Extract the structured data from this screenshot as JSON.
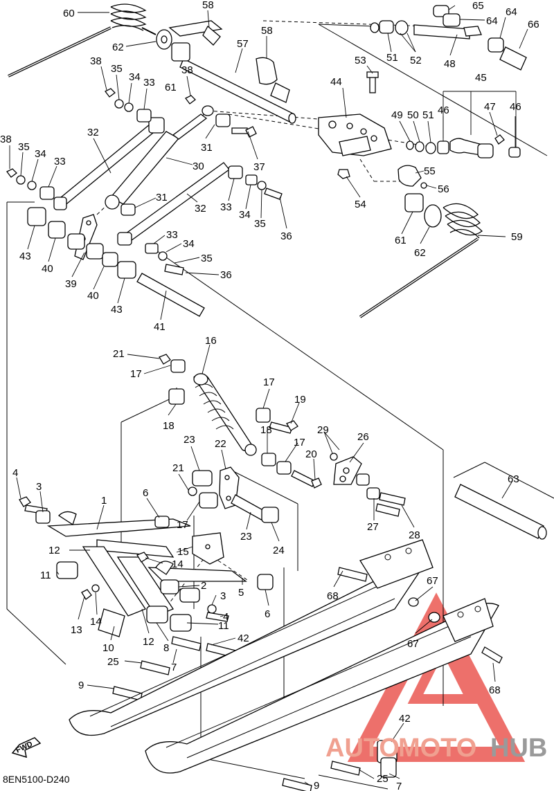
{
  "diagram": {
    "drawing_code": "8EN5100-D240",
    "fwd_label": "FWD",
    "watermark": {
      "part1": "AUTO",
      "part2": "MOTO",
      "part3": "HUB"
    },
    "colors": {
      "watermark_red": "#e8413a",
      "watermark_gray": "#8a8a8a",
      "ink": "#000000"
    },
    "callouts": [
      {
        "id": "c60a",
        "text": "60"
      },
      {
        "id": "c58a",
        "text": "58"
      },
      {
        "id": "c62a",
        "text": "62"
      },
      {
        "id": "c57",
        "text": "57"
      },
      {
        "id": "c58b",
        "text": "58"
      },
      {
        "id": "c65",
        "text": "65"
      },
      {
        "id": "c64a",
        "text": "64"
      },
      {
        "id": "c64b",
        "text": "64"
      },
      {
        "id": "c66",
        "text": "66"
      },
      {
        "id": "c51a",
        "text": "51"
      },
      {
        "id": "c52",
        "text": "52"
      },
      {
        "id": "c48",
        "text": "48"
      },
      {
        "id": "c53",
        "text": "53"
      },
      {
        "id": "c44",
        "text": "44"
      },
      {
        "id": "c45",
        "text": "45"
      },
      {
        "id": "c47",
        "text": "47"
      },
      {
        "id": "c46a",
        "text": "46"
      },
      {
        "id": "c46b",
        "text": "46"
      },
      {
        "id": "c49",
        "text": "49"
      },
      {
        "id": "c50",
        "text": "50"
      },
      {
        "id": "c51b",
        "text": "51"
      },
      {
        "id": "c38a",
        "text": "38"
      },
      {
        "id": "c35a",
        "text": "35"
      },
      {
        "id": "c34a",
        "text": "34"
      },
      {
        "id": "c33a",
        "text": "33"
      },
      {
        "id": "c38b",
        "text": "38"
      },
      {
        "id": "c61a",
        "text": "61"
      },
      {
        "id": "c32a",
        "text": "32"
      },
      {
        "id": "c31a",
        "text": "31"
      },
      {
        "id": "c37",
        "text": "37"
      },
      {
        "id": "c30",
        "text": "30"
      },
      {
        "id": "c38c",
        "text": "38"
      },
      {
        "id": "c35b",
        "text": "35"
      },
      {
        "id": "c34b",
        "text": "34"
      },
      {
        "id": "c33b",
        "text": "33"
      },
      {
        "id": "c31b",
        "text": "31"
      },
      {
        "id": "c55",
        "text": "55"
      },
      {
        "id": "c56",
        "text": "56"
      },
      {
        "id": "c54",
        "text": "54"
      },
      {
        "id": "c33c",
        "text": "33"
      },
      {
        "id": "c34c",
        "text": "34"
      },
      {
        "id": "c35c",
        "text": "35"
      },
      {
        "id": "c36a",
        "text": "36"
      },
      {
        "id": "c32b",
        "text": "32"
      },
      {
        "id": "c61b",
        "text": "61"
      },
      {
        "id": "c62b",
        "text": "62"
      },
      {
        "id": "c59",
        "text": "59"
      },
      {
        "id": "c43a",
        "text": "43"
      },
      {
        "id": "c40a",
        "text": "40"
      },
      {
        "id": "c39",
        "text": "39"
      },
      {
        "id": "c33d",
        "text": "33"
      },
      {
        "id": "c34d",
        "text": "34"
      },
      {
        "id": "c35d",
        "text": "35"
      },
      {
        "id": "c36b",
        "text": "36"
      },
      {
        "id": "c40b",
        "text": "40"
      },
      {
        "id": "c43b",
        "text": "43"
      },
      {
        "id": "c41",
        "text": "41"
      },
      {
        "id": "c16",
        "text": "16"
      },
      {
        "id": "c21a",
        "text": "21"
      },
      {
        "id": "c17a",
        "text": "17"
      },
      {
        "id": "c17b",
        "text": "17"
      },
      {
        "id": "c19",
        "text": "19"
      },
      {
        "id": "c18a",
        "text": "18"
      },
      {
        "id": "c18b",
        "text": "18"
      },
      {
        "id": "c17c",
        "text": "17"
      },
      {
        "id": "c29",
        "text": "29"
      },
      {
        "id": "c26",
        "text": "26"
      },
      {
        "id": "c23a",
        "text": "23"
      },
      {
        "id": "c22",
        "text": "22"
      },
      {
        "id": "c20",
        "text": "20"
      },
      {
        "id": "c21b",
        "text": "21"
      },
      {
        "id": "c4a",
        "text": "4"
      },
      {
        "id": "c3a",
        "text": "3"
      },
      {
        "id": "c1",
        "text": "1"
      },
      {
        "id": "c6a",
        "text": "6"
      },
      {
        "id": "c17d",
        "text": "17"
      },
      {
        "id": "c23b",
        "text": "23"
      },
      {
        "id": "c24",
        "text": "24"
      },
      {
        "id": "c27",
        "text": "27"
      },
      {
        "id": "c28",
        "text": "28"
      },
      {
        "id": "c63",
        "text": "63"
      },
      {
        "id": "c12a",
        "text": "12"
      },
      {
        "id": "c15",
        "text": "15"
      },
      {
        "id": "c14a",
        "text": "14"
      },
      {
        "id": "c11a",
        "text": "11"
      },
      {
        "id": "c2",
        "text": "2"
      },
      {
        "id": "c3b",
        "text": "3"
      },
      {
        "id": "c5",
        "text": "5"
      },
      {
        "id": "c6b",
        "text": "6"
      },
      {
        "id": "c4b",
        "text": "4"
      },
      {
        "id": "c68a",
        "text": "68"
      },
      {
        "id": "c67a",
        "text": "67"
      },
      {
        "id": "c13",
        "text": "13"
      },
      {
        "id": "c14b",
        "text": "14"
      },
      {
        "id": "c10",
        "text": "10"
      },
      {
        "id": "c12b",
        "text": "12"
      },
      {
        "id": "c8",
        "text": "8"
      },
      {
        "id": "c11b",
        "text": "11"
      },
      {
        "id": "c42a",
        "text": "42"
      },
      {
        "id": "c67b",
        "text": "67"
      },
      {
        "id": "c25a",
        "text": "25"
      },
      {
        "id": "c7a",
        "text": "7"
      },
      {
        "id": "c68b",
        "text": "68"
      },
      {
        "id": "c9a",
        "text": "9"
      },
      {
        "id": "c42b",
        "text": "42"
      },
      {
        "id": "c25b",
        "text": "25"
      },
      {
        "id": "c7b",
        "text": "7"
      },
      {
        "id": "c9b",
        "text": "9"
      }
    ]
  }
}
